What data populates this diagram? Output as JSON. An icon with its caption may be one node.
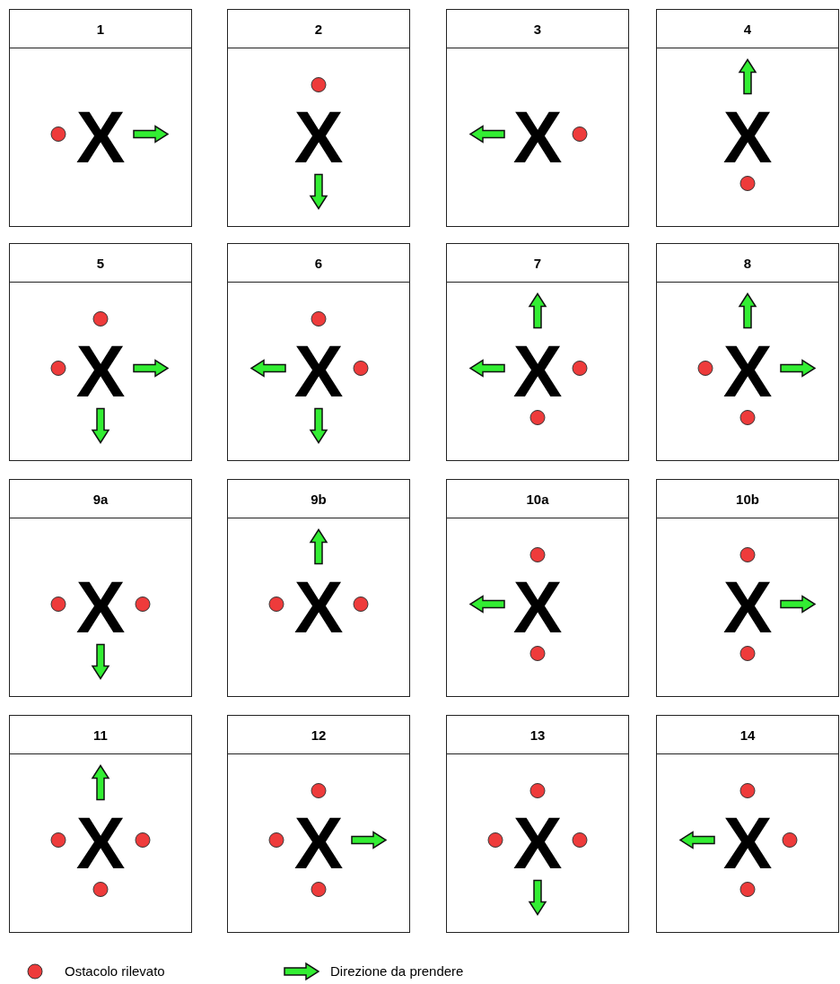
{
  "diagram": {
    "nodes": [
      {
        "text": [
          "1",
          "X"
        ]
      },
      {
        "text": [
          "2",
          "X"
        ]
      },
      {
        "text": [
          "3",
          "X"
        ]
      },
      {
        "text": [
          "4",
          "X"
        ]
      },
      {
        "text": [
          "5",
          "X"
        ]
      },
      {
        "text": [
          "6",
          "X"
        ]
      },
      {
        "text": [
          "7",
          "X"
        ]
      },
      {
        "text": [
          "8",
          "X"
        ]
      },
      {
        "text": [
          "9a",
          "X"
        ]
      },
      {
        "text": [
          "9b",
          "X"
        ]
      },
      {
        "text": [
          "10a",
          "X"
        ]
      },
      {
        "text": [
          "10b",
          "X"
        ]
      },
      {
        "text": [
          "11",
          "X"
        ]
      },
      {
        "text": [
          "12",
          "X"
        ]
      },
      {
        "text": [
          "13",
          "X"
        ]
      },
      {
        "text": [
          "14",
          "X"
        ]
      }
    ],
    "edges": [],
    "legend": [
      {
        "text": "Ostacolo rilevato",
        "color": "#ee3b3b"
      },
      {
        "text": "Direzione da prendere"
      }
    ]
  }
}
